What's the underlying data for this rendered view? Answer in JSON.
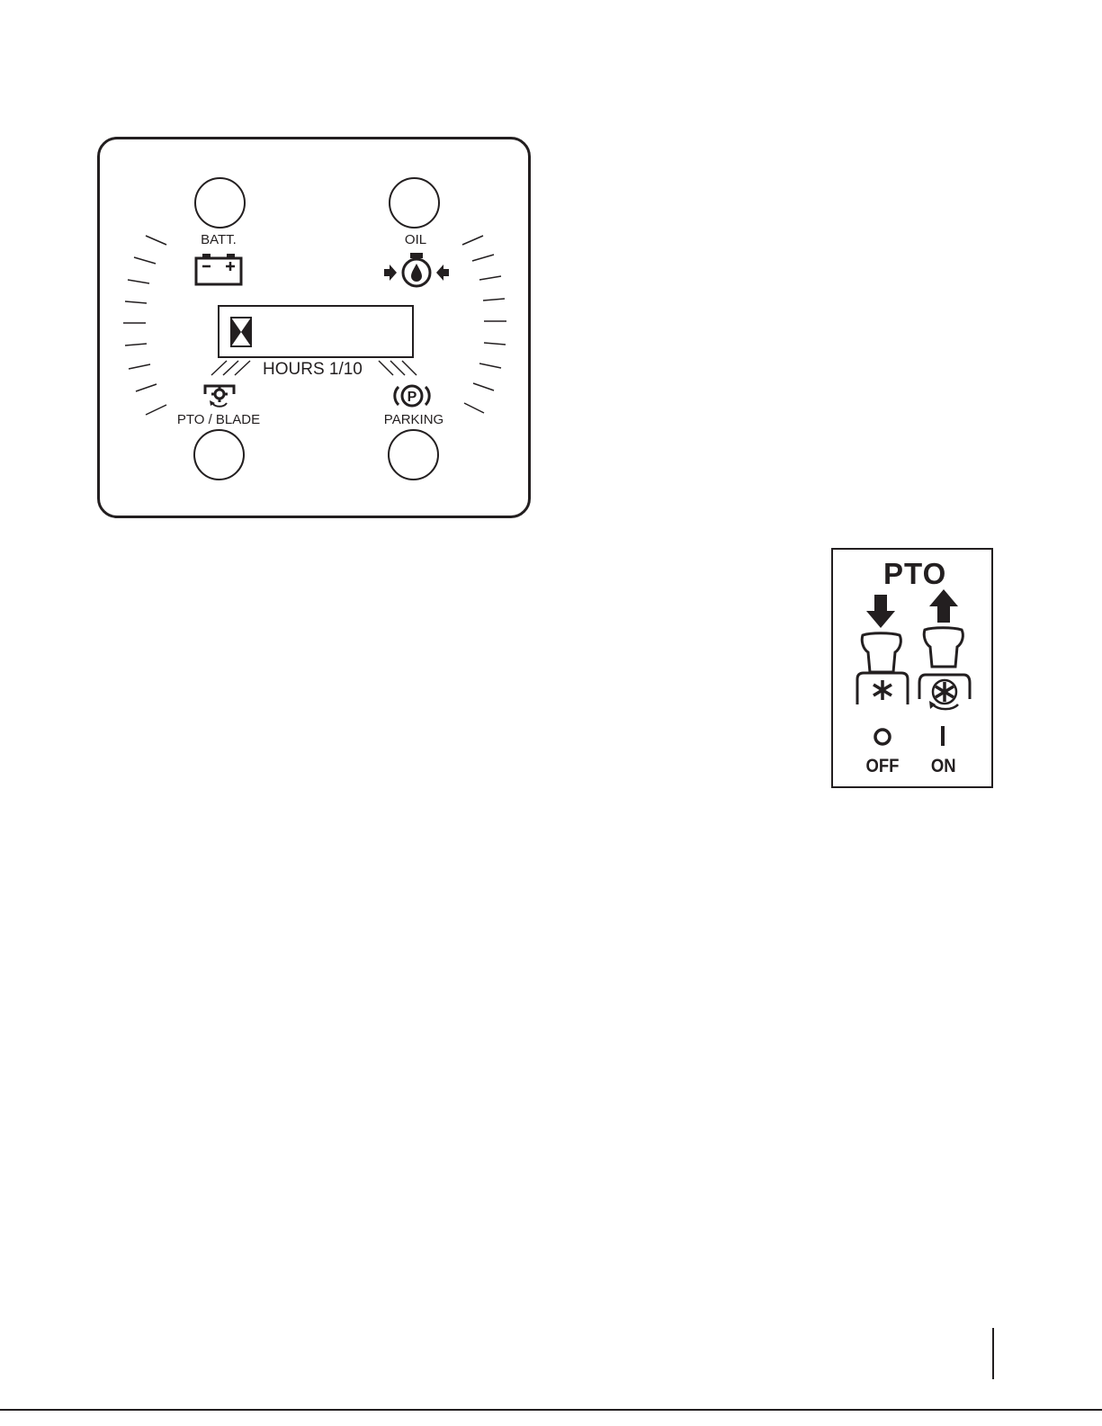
{
  "instrument_panel": {
    "lamps": {
      "battery_label": "BATT.",
      "oil_label": "OIL",
      "pto_label": "PTO / BLADE",
      "parking_label": "PARKING"
    },
    "hour_meter": {
      "label": "HOURS 1/10"
    }
  },
  "pto_decal": {
    "title": "PTO",
    "off_label": "OFF",
    "on_label": "ON",
    "off_symbol": "O",
    "on_symbol": "I"
  },
  "icons": [
    "battery-icon",
    "oil-pressure-icon",
    "pto-blade-icon",
    "parking-brake-icon",
    "hourglass-icon",
    "arrow-down-icon",
    "arrow-up-icon",
    "pto-knob-icon",
    "blade-engaged-icon"
  ],
  "colors": {
    "ink": "#231f20",
    "paper": "#ffffff"
  }
}
